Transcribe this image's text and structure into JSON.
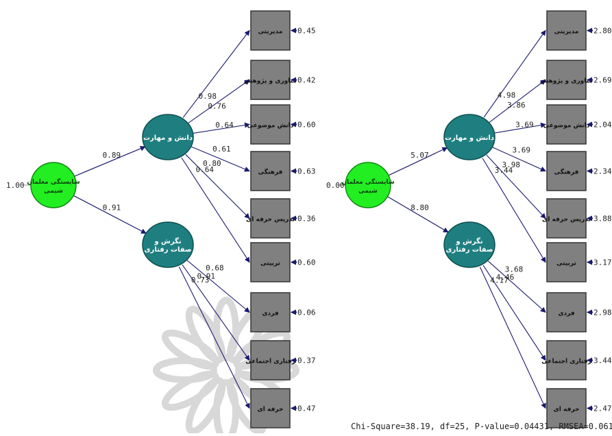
{
  "left_model": {
    "root": {
      "id": "L_root",
      "label": "شایستگی معلمان شیمی",
      "value": "1.00"
    },
    "factors": [
      {
        "id": "L_f1",
        "label": "دانش و مهارت",
        "path": "0.89"
      },
      {
        "id": "L_f2",
        "label": "نگرش و صفات رفتاری",
        "path": "0.91"
      }
    ],
    "indicators": [
      {
        "label": "مدیریتی",
        "error": "0.45",
        "loading": "0.98",
        "factor": 0
      },
      {
        "label": "فناوری و پژوهش",
        "error": "0.42",
        "loading": "0.76",
        "factor": 0
      },
      {
        "label": "دانش موضوعی",
        "error": "0.60",
        "loading": "0.64",
        "factor": 0
      },
      {
        "label": "فرهنگی",
        "error": "0.63",
        "loading": "0.61",
        "factor": 0
      },
      {
        "label": "تدریس حرفه ای",
        "error": "0.36",
        "loading": "0.80",
        "factor": 0
      },
      {
        "label": "تربیتی",
        "error": "0.60",
        "loading": "0.64",
        "factor": 0
      },
      {
        "label": "فردی",
        "error": "0.06",
        "loading": "0.68",
        "factor": 1
      },
      {
        "label": "رفتاری اجتماعی",
        "error": "0.37",
        "loading": "0.91",
        "factor": 1
      },
      {
        "label": "حرفه ای",
        "error": "0.47",
        "loading": "0.73",
        "factor": 1
      }
    ]
  },
  "right_model": {
    "root": {
      "id": "R_root",
      "label": "شایستگی معلمان شیمی",
      "value": "0.00"
    },
    "factors": [
      {
        "id": "R_f1",
        "label": "دانش و مهارت",
        "path": "5.07"
      },
      {
        "id": "R_f2",
        "label": "نگرش و صفات رفتاری",
        "path": "8.80"
      }
    ],
    "indicators": [
      {
        "label": "مدیریتی",
        "error": "2.80",
        "loading": "4.98",
        "factor": 0
      },
      {
        "label": "فناوری و پژوهش",
        "error": "2.69",
        "loading": "3.86",
        "factor": 0
      },
      {
        "label": "دانش موضوعی",
        "error": "2.04",
        "loading": "3.69",
        "factor": 0
      },
      {
        "label": "فرهنگی",
        "error": "2.34",
        "loading": "3.69",
        "factor": 0
      },
      {
        "label": "تدریس حرفه ای",
        "error": "3.88",
        "loading": "3.98",
        "factor": 0
      },
      {
        "label": "تربیتی",
        "error": "3.17",
        "loading": "3.44",
        "factor": 0
      },
      {
        "label": "فردی",
        "error": "2.98",
        "loading": "3.68",
        "factor": 1
      },
      {
        "label": "رفتاری اجتماعی",
        "error": "3.44",
        "loading": "4.46",
        "factor": 1
      },
      {
        "label": "حرفه ای",
        "error": "2.47",
        "loading": "4.17",
        "factor": 1
      }
    ]
  },
  "fit_stats": "Chi-Square=38.19, df=25, P-value=0.04431, RMSEA=0.061",
  "colors": {
    "root_fill": "#22ee22",
    "factor_fill": "#1f7f80",
    "box_fill": "#808080",
    "box_stroke": "#333333",
    "arrow": "#1a1a6e",
    "text": "#222222",
    "watermark": "#d8d8d8"
  }
}
